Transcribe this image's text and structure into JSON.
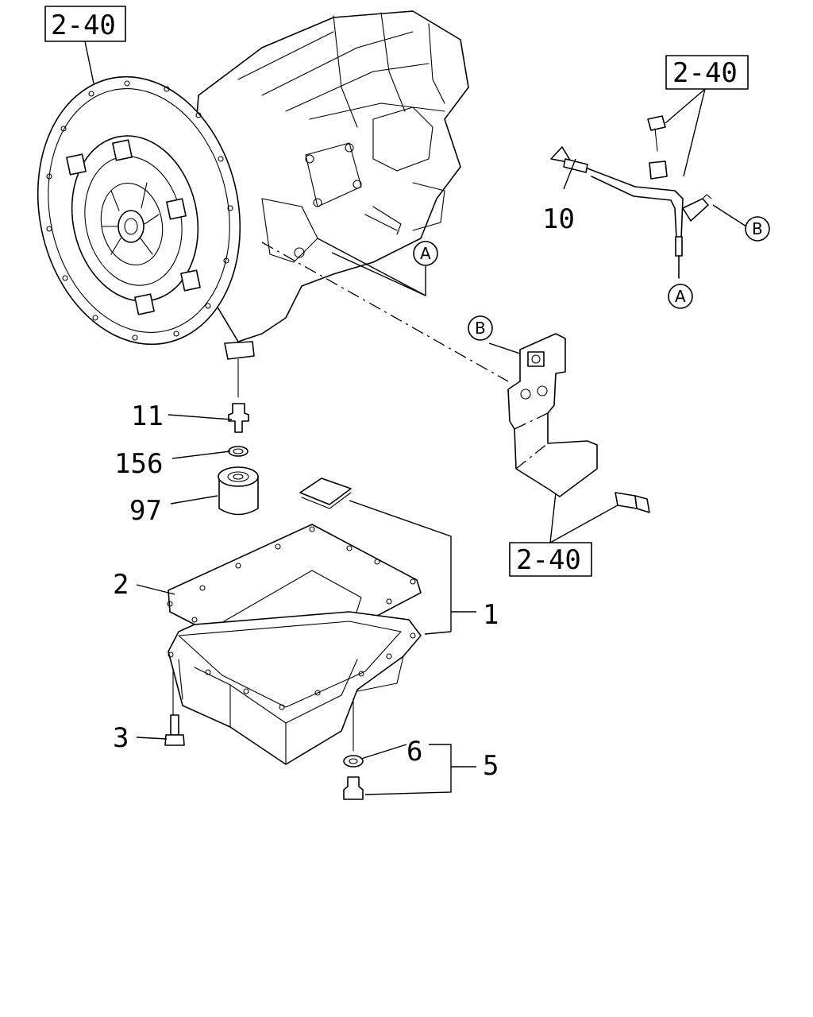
{
  "refs": {
    "ref_top_left": "2-40",
    "ref_top_right": "2-40",
    "ref_bracket": "2-40"
  },
  "callouts": {
    "part_1": "1",
    "part_2": "2",
    "part_3": "3",
    "part_5": "5",
    "part_6": "6",
    "part_10": "10",
    "part_11": "11",
    "part_156": "156",
    "part_97": "97"
  },
  "markers": {
    "a_top": "A",
    "a_bottom": "A",
    "b_right": "B",
    "b_bracket": "B"
  }
}
